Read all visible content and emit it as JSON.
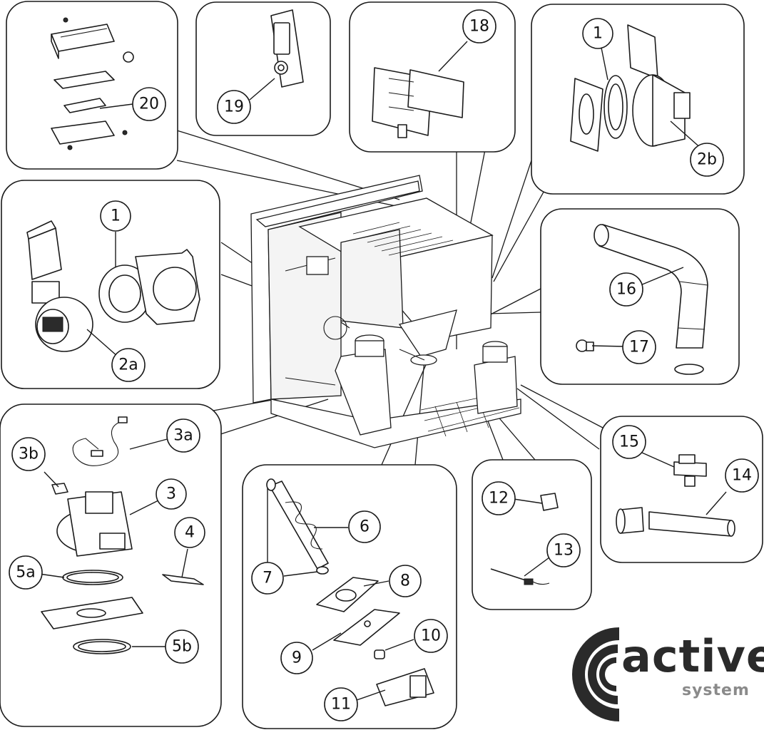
{
  "callouts": {
    "c1_top": "1",
    "c2b": "2b",
    "c18": "18",
    "c19": "19",
    "c20": "20",
    "c1_left": "1",
    "c2a": "2a",
    "c16": "16",
    "c17": "17",
    "c3a": "3a",
    "c3b": "3b",
    "c3": "3",
    "c4": "4",
    "c5a": "5a",
    "c5b": "5b",
    "c6": "6",
    "c7": "7",
    "c8": "8",
    "c9": "9",
    "c10": "10",
    "c11": "11",
    "c12": "12",
    "c13": "13",
    "c14": "14",
    "c15": "15"
  },
  "brand": {
    "word": "active",
    "sub": "system",
    "colors": {
      "dark": "#2a2a2a",
      "grey": "#8a8a8a"
    }
  }
}
